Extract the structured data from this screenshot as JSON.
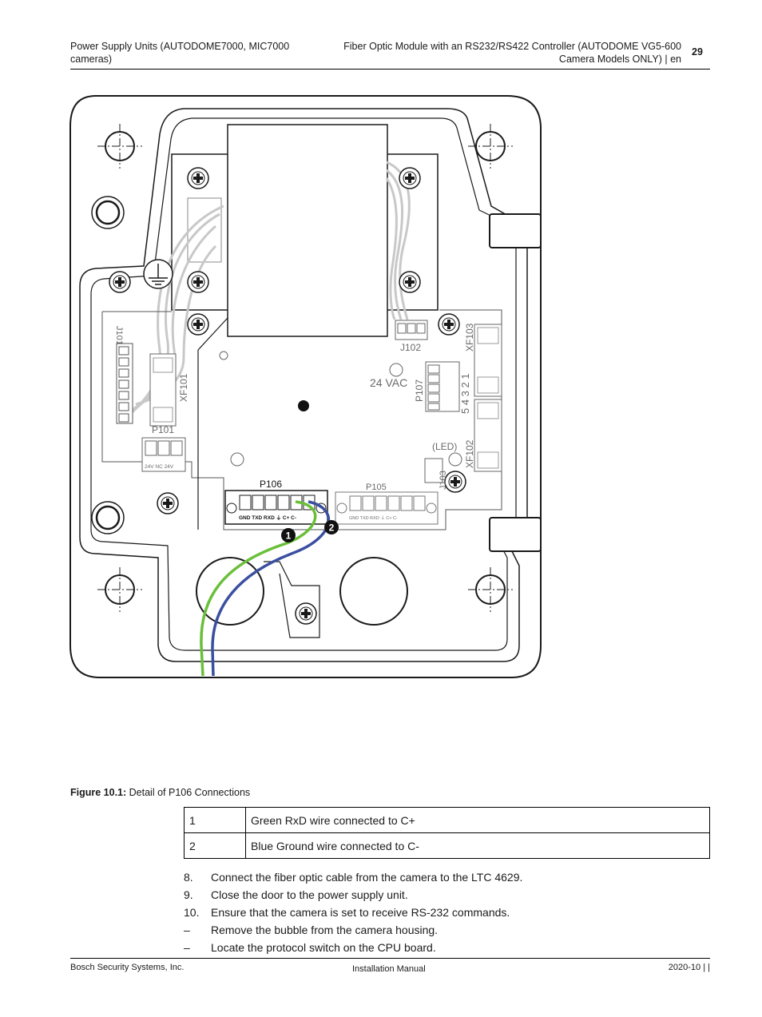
{
  "header": {
    "left": "Power Supply Units (AUTODOME7000, MIC7000 cameras)",
    "right": "Fiber Optic Module with an RS232/RS422 Controller (AUTODOME VG5-600 Camera Models ONLY) | en",
    "page_number": "29"
  },
  "figure": {
    "labels": {
      "j101": "J101",
      "xf101": "XF101",
      "p101": "P101",
      "p101_pins": "24V   NC   24V",
      "j102": "J102",
      "xf103": "XF103",
      "vac": "24 VAC",
      "p107": "P107",
      "p107_numbers": "5 4 3 2 1",
      "led": "(LED)",
      "xf102": "XF102",
      "j103": "J103",
      "p106": "P106",
      "p106_pins": "GND TXD RXD  ⏚   C+  C-",
      "p105": "P105",
      "p105_pins": "GND TXD RXD  ⏚   C+  C-",
      "callout_1": "1",
      "callout_2": "2"
    },
    "colors": {
      "green_wire": "#6abf3a",
      "blue_wire": "#3b4fa0",
      "outline": "#1a1a1a",
      "cable": "#c8c8c8"
    }
  },
  "caption": {
    "label": "Figure 10.1:",
    "text": "Detail of P106 Connections"
  },
  "legend": [
    {
      "num": "1",
      "text": "Green RxD wire connected to C+"
    },
    {
      "num": "2",
      "text": "Blue Ground wire connected to C-"
    }
  ],
  "steps": [
    {
      "mark": "8.",
      "text": "Connect the fiber optic cable from the camera to the LTC 4629."
    },
    {
      "mark": "9.",
      "text": "Close the door to the power supply unit."
    },
    {
      "mark": "10.",
      "text": "Ensure that the camera is set to receive RS-232 commands."
    },
    {
      "mark": "–",
      "text": "Remove the bubble from the camera housing."
    },
    {
      "mark": "–",
      "text": "Locate the protocol switch on the CPU board."
    }
  ],
  "footer": {
    "left": "Bosch Security Systems, Inc.",
    "center": "Installation Manual",
    "right": "2020-10 | |"
  }
}
